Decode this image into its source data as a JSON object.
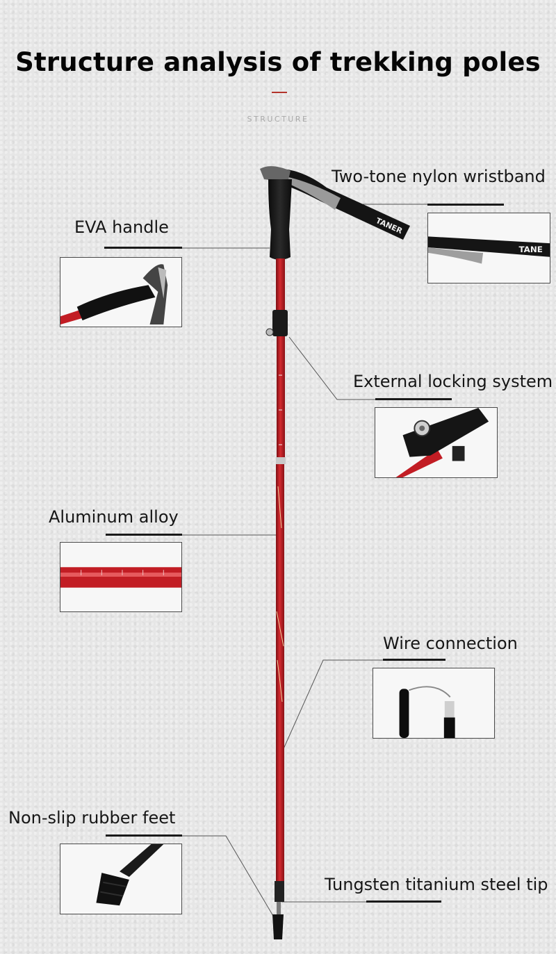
{
  "header": {
    "title": "Structure analysis of trekking poles",
    "subtitle": "STRUCTURE",
    "accent_color": "#b3342c"
  },
  "callouts": [
    {
      "key": "wristband",
      "label": "Two-tone nylon wristband",
      "thumb_text": "TANE"
    },
    {
      "key": "handle",
      "label": "EVA handle"
    },
    {
      "key": "lock",
      "label": "External locking system"
    },
    {
      "key": "alloy",
      "label": "Aluminum alloy"
    },
    {
      "key": "wire",
      "label": "Wire connection"
    },
    {
      "key": "feet",
      "label": "Non-slip rubber feet"
    },
    {
      "key": "tip",
      "label": "Tungsten titanium steel tip"
    }
  ],
  "pole": {
    "strap_text": "TANER",
    "color": "#c01e24"
  }
}
